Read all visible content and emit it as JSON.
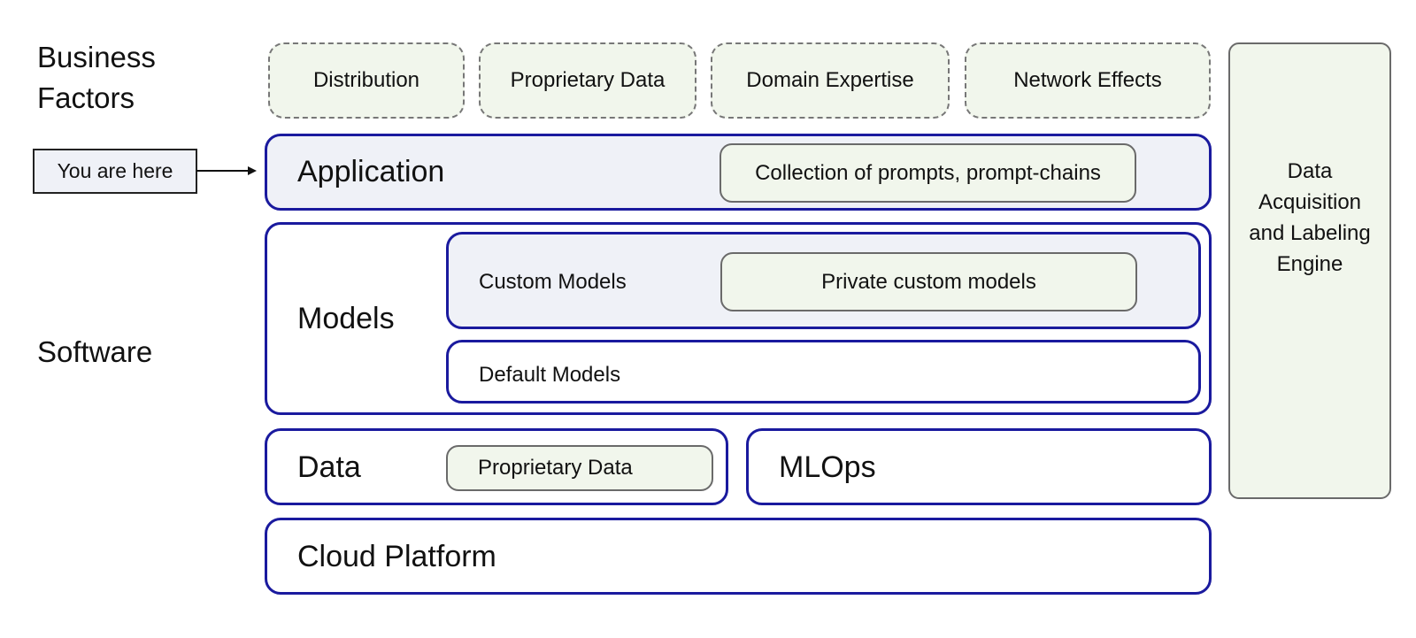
{
  "side_labels": {
    "business_line1": "Business",
    "business_line2": "Factors",
    "software": "Software"
  },
  "business_factors": [
    "Distribution",
    "Proprietary Data",
    "Domain Expertise",
    "Network Effects"
  ],
  "you_are_here": "You are here",
  "application": {
    "title": "Application",
    "detail": "Collection of prompts, prompt-chains"
  },
  "models": {
    "title": "Models",
    "custom": {
      "title": "Custom Models",
      "detail": "Private custom models"
    },
    "default": {
      "title": "Default Models"
    }
  },
  "data_layer": {
    "title": "Data",
    "detail": "Proprietary Data"
  },
  "mlops": {
    "title": "MLOps"
  },
  "cloud": {
    "title": "Cloud Platform"
  },
  "engine": {
    "lines": [
      "Data",
      "Acquisition",
      "and Labeling",
      "Engine"
    ]
  },
  "colors": {
    "layer_border": "#1a1a9e",
    "tint": "#eff1f7",
    "green_fill": "#f1f6ec"
  }
}
